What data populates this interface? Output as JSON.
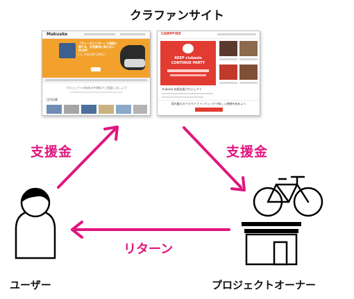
{
  "diagram": {
    "title": "クラファンサイト",
    "nodes": {
      "user": {
        "label": "ユーザー",
        "icon": "person-icon"
      },
      "owner": {
        "label": "プロジェクトオーナー",
        "icons": [
          "bicycle-icon",
          "shop-icon"
        ]
      }
    },
    "edges": {
      "user_to_site": {
        "label": "支援金"
      },
      "site_to_owner": {
        "label": "支援金"
      },
      "owner_to_user": {
        "label": "リターン"
      }
    },
    "thumbnails": {
      "left": {
        "logo": "Makuake",
        "hero_text": "「ヴィーガンレザー」で頑張り続ける、天然素材に負けない GLAM",
        "hero_sub": "[ C .ROLLER LONG ]",
        "mid_text": "プロジェクトの始め方を無料でご相談しましょう",
        "section_title": "注目記事"
      },
      "right": {
        "logo": "CAMPFIRE",
        "banner_line1": "KEEP clubasia",
        "banner_line2": "CONTINUE PARTY",
        "project_title": "clubasia 存続支援プロジェクト",
        "footer_text": "国内最大のクラウドファンディングで新しい挑戦を始めよう"
      }
    },
    "colors": {
      "accent": "#e0157f",
      "makuake_orange": "#f2a22c",
      "campfire_red": "#e23b32"
    }
  }
}
